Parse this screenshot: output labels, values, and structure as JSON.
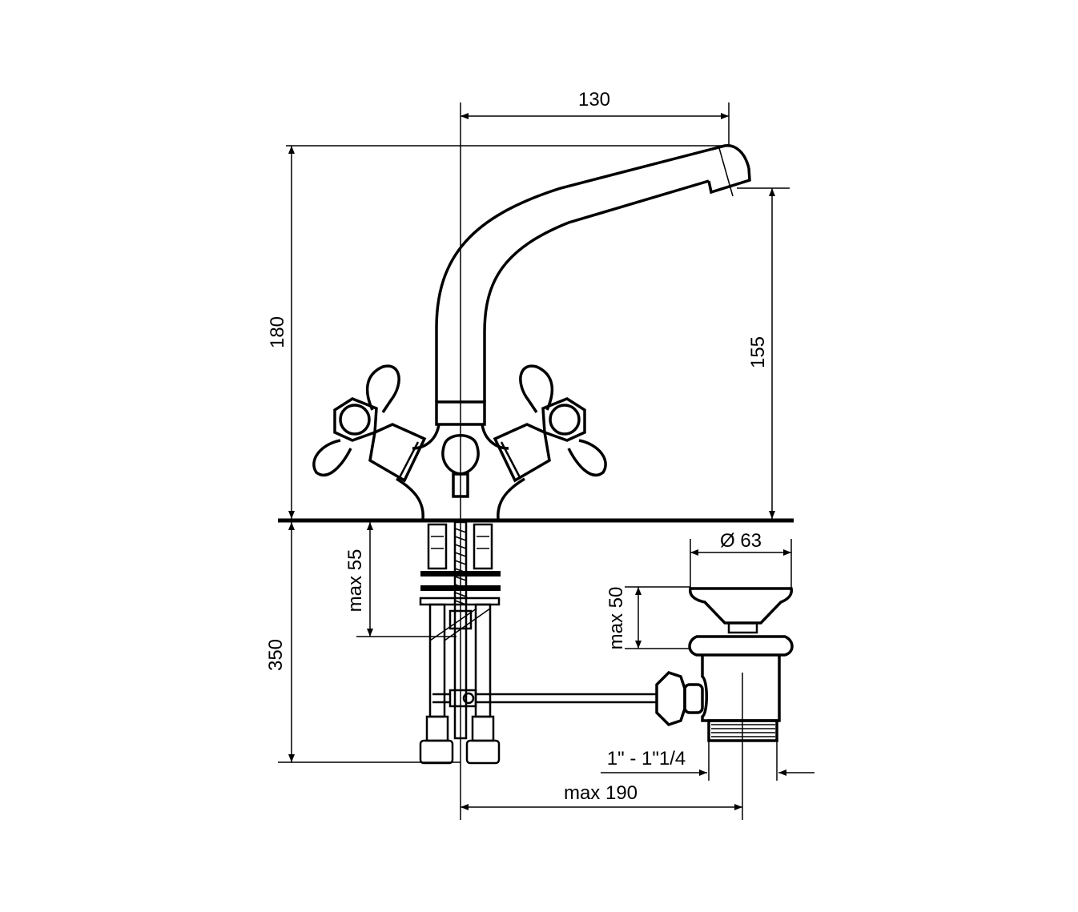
{
  "diagram": {
    "line_color": "#000000",
    "background": "#ffffff",
    "dimensions": {
      "spout_reach": "130",
      "total_height": "180",
      "spout_height": "155",
      "max_deck_thickness": "max 55",
      "hose_length": "350",
      "waste_diameter": "Ø 63",
      "max_basin_thickness": "max 50",
      "waste_thread": "1\" - 1\"1/4",
      "max_pullrod_reach": "max 190"
    }
  }
}
